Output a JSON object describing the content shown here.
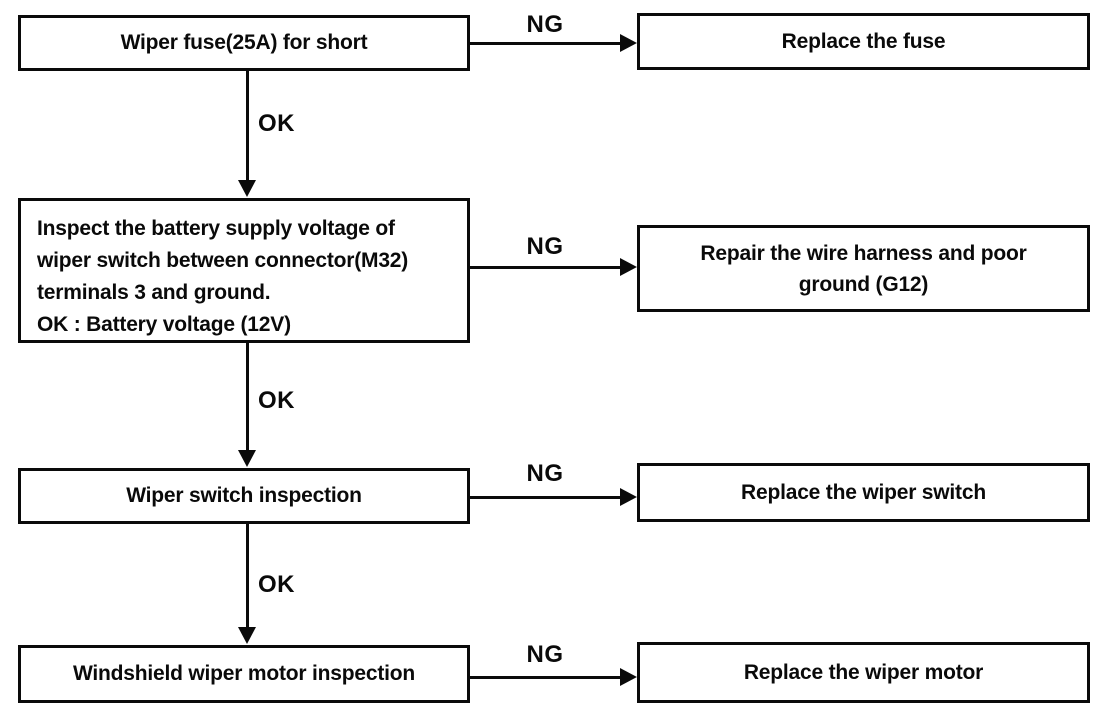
{
  "labels": {
    "ok": "OK",
    "ng": "NG"
  },
  "steps": [
    {
      "check": "Wiper fuse(25A) for short",
      "ng_action": "Replace the fuse"
    },
    {
      "check": "Inspect the battery supply voltage of\nwiper switch between connector(M32)\nterminals 3 and ground.\nOK : Battery voltage (12V)",
      "ng_action": "Repair the wire harness and poor\nground (G12)"
    },
    {
      "check": "Wiper switch inspection",
      "ng_action": "Replace the wiper switch"
    },
    {
      "check": "Windshield wiper motor inspection",
      "ng_action": "Replace the wiper motor"
    }
  ],
  "colors": {
    "ink": "#0a0a0a",
    "background": "#ffffff"
  }
}
